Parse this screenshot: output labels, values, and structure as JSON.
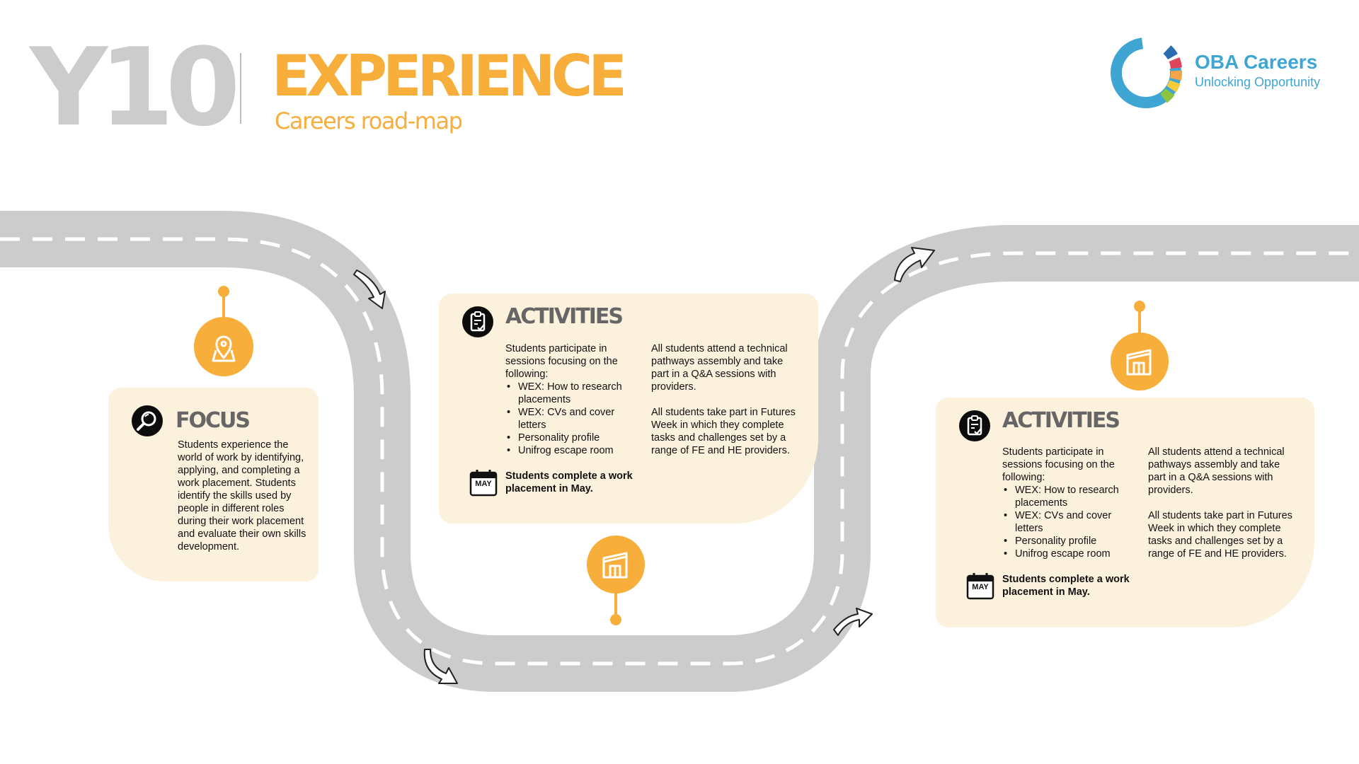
{
  "header": {
    "year": "Y10",
    "title": "EXPERIENCE",
    "subtitle": "Careers road-map"
  },
  "logo": {
    "name": "OBA Careers",
    "tagline": "Unlocking Opportunity",
    "segment_colors": [
      "#3fa6d4",
      "#2b6cb0",
      "#e0445c",
      "#f3a54a",
      "#f6cc3b",
      "#8cc63f"
    ]
  },
  "colors": {
    "accent": "#f7ae3a",
    "road": "#cccccc",
    "card": "#fcf1dc",
    "heading_grey": "#666666"
  },
  "icons": {
    "focus_pin": "map-pin-icon",
    "activity_pin": "workplace-building-icon",
    "focus_head": "magnifier-icon",
    "activities_head": "clipboard-check-icon",
    "calendar": "calendar-icon"
  },
  "focus": {
    "heading": "FOCUS",
    "text": "Students experience the world of work by identifying, applying, and completing a work placement. Students identify the skills used by people in different roles during their work placement and evaluate their own skills development."
  },
  "activities": [
    {
      "heading": "ACTIVITIES",
      "intro": "Students participate in sessions focusing on the following:",
      "items": [
        "WEX: How to research placements",
        "WEX: CVs and cover letters",
        "Personality profile",
        "Unifrog escape room"
      ],
      "calendar_label": "MAY",
      "placement": "Students complete a work placement in May.",
      "right_paragraphs": [
        "All students attend a technical pathways assembly and take part in a Q&A sessions with providers.",
        "All students take part in Futures Week in which they complete tasks and challenges set by a range of FE and HE providers."
      ]
    },
    {
      "heading": "ACTIVITIES",
      "intro": "Students participate in sessions focusing on the following:",
      "items": [
        "WEX: How to research placements",
        "WEX: CVs and cover letters",
        "Personality profile",
        "Unifrog escape room"
      ],
      "calendar_label": "MAY",
      "placement": "Students complete a work placement in May.",
      "right_paragraphs": [
        "All students attend a technical pathways assembly and take part in a Q&A sessions with providers.",
        "All students take part in Futures Week in which they complete tasks and challenges set by a range of FE and HE providers."
      ]
    }
  ]
}
